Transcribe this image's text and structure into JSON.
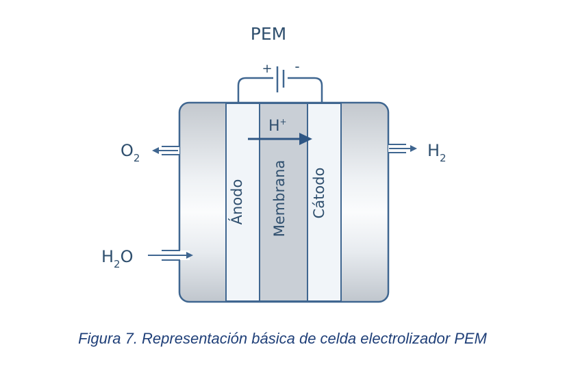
{
  "diagram": {
    "title": "PEM",
    "battery": {
      "plus": "+",
      "minus": "-"
    },
    "ion": {
      "symbol": "H",
      "charge": "+"
    },
    "layers": {
      "anode": "Ánodo",
      "membrane": "Membrana",
      "cathode": "Cátodo"
    },
    "outputs": {
      "oxygen": {
        "symbol": "O",
        "subscript": "2"
      },
      "hydrogen": {
        "symbol": "H",
        "subscript": "2"
      }
    },
    "input": {
      "symbol": "H",
      "subscript": "2",
      "suffix": "O"
    }
  },
  "caption": "Figura 7. Representación básica de celda electrolizador PEM",
  "colors": {
    "line": "#3f6690",
    "text": "#2f4f6e",
    "caption": "#1f3f78",
    "electrode": "#f1f5f9",
    "membrane": "#c9cfd6",
    "chamber_edge": "#c3c8ce",
    "chamber_mid": "#fbfcfd"
  }
}
